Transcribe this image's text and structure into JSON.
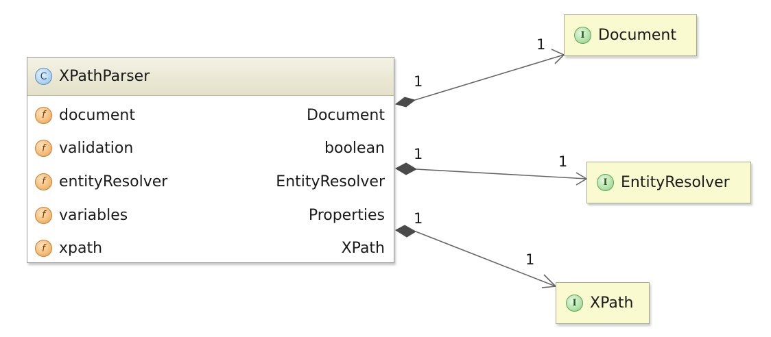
{
  "class": {
    "name": "XPathParser",
    "icon": "class-icon",
    "icon_glyph": "C",
    "fields": [
      {
        "name": "document",
        "type": "Document"
      },
      {
        "name": "validation",
        "type": "boolean"
      },
      {
        "name": "entityResolver",
        "type": "EntityResolver"
      },
      {
        "name": "variables",
        "type": "Properties"
      },
      {
        "name": "xpath",
        "type": "XPath"
      }
    ],
    "field_icon_glyph": "f"
  },
  "interfaces": [
    {
      "name": "Document",
      "icon_glyph": "I"
    },
    {
      "name": "EntityResolver",
      "icon_glyph": "I"
    },
    {
      "name": "XPath",
      "icon_glyph": "I"
    }
  ],
  "associations": [
    {
      "from": "document",
      "to": "Document",
      "source_multiplicity": "1",
      "target_multiplicity": "1",
      "kind": "composition"
    },
    {
      "from": "entityResolver",
      "to": "EntityResolver",
      "source_multiplicity": "1",
      "target_multiplicity": "1",
      "kind": "composition"
    },
    {
      "from": "xpath",
      "to": "XPath",
      "source_multiplicity": "1",
      "target_multiplicity": "1",
      "kind": "composition"
    }
  ],
  "colors": {
    "header": "#e3e1c8",
    "interface_fill": "#fafad0",
    "line": "#555555"
  }
}
